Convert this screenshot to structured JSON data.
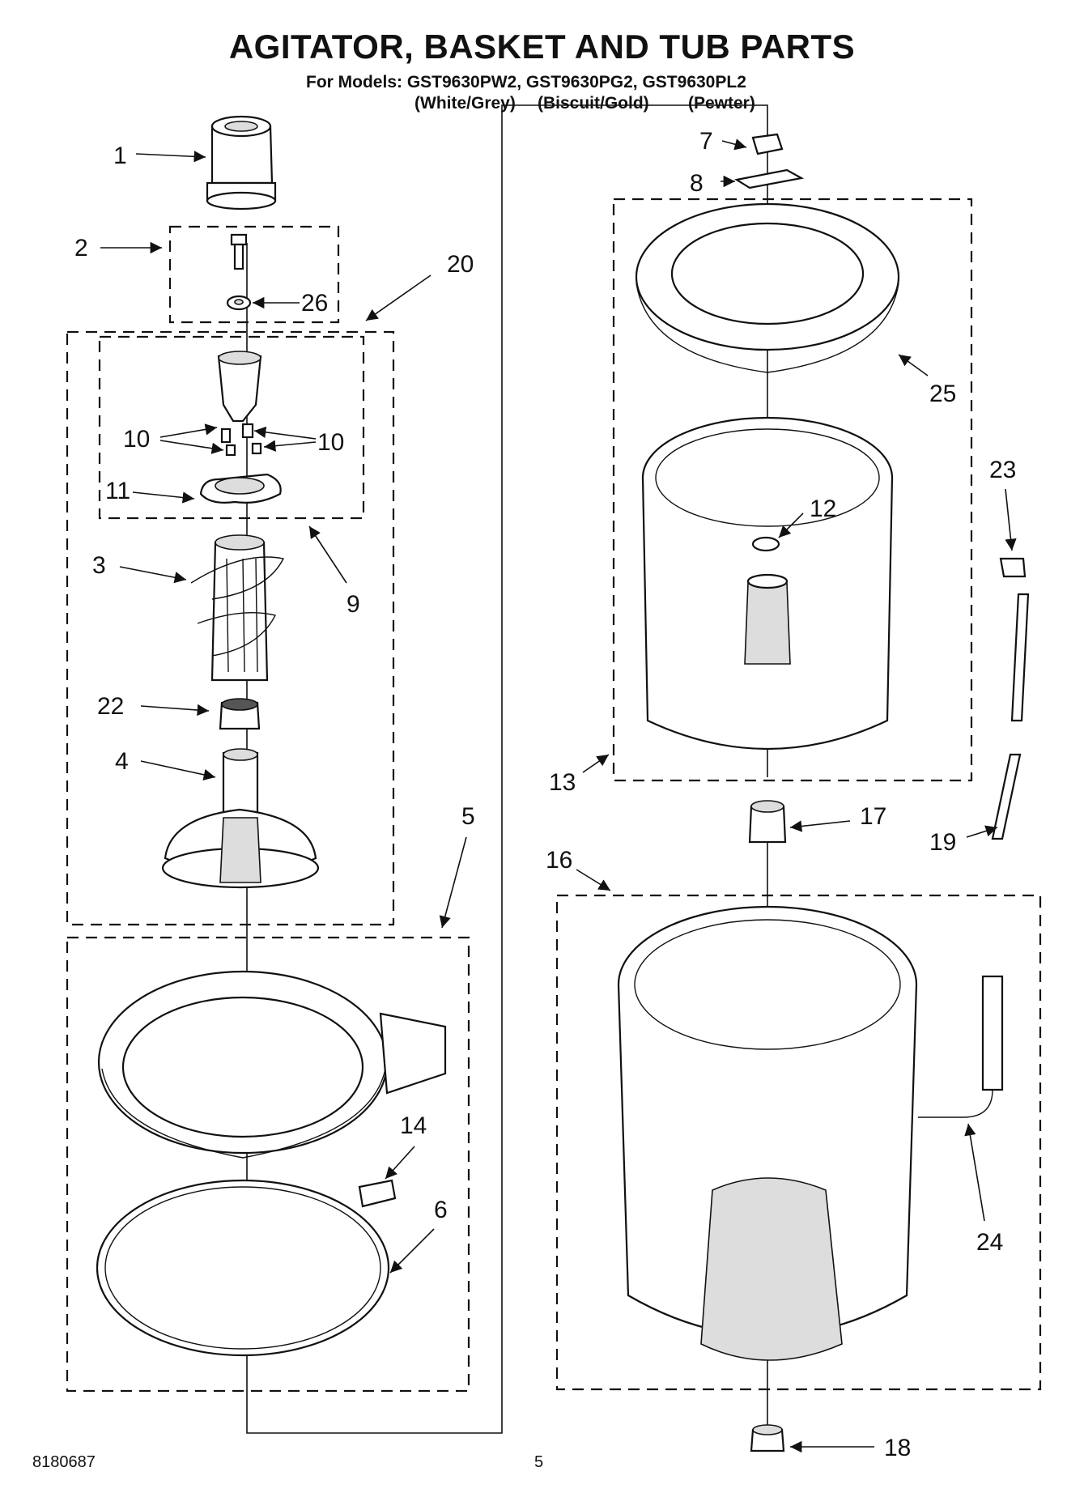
{
  "header": {
    "title": "AGITATOR, BASKET AND TUB PARTS",
    "models_line": "For Models: GST9630PW2, GST9630PG2, GST9630PL2",
    "variants": [
      "(White/Grey)",
      "(Biscuit/Gold)",
      "(Pewter)"
    ]
  },
  "callouts": {
    "c1": "1",
    "c2": "2",
    "c3": "3",
    "c4": "4",
    "c5": "5",
    "c6": "6",
    "c7": "7",
    "c8": "8",
    "c9": "9",
    "c10a": "10",
    "c10b": "10",
    "c11": "11",
    "c12": "12",
    "c13": "13",
    "c14": "14",
    "c16": "16",
    "c17": "17",
    "c18": "18",
    "c19": "19",
    "c20": "20",
    "c22": "22",
    "c23": "23",
    "c24": "24",
    "c25": "25",
    "c26": "26"
  },
  "footer": {
    "doc_number": "8180687",
    "page_number": "5"
  }
}
